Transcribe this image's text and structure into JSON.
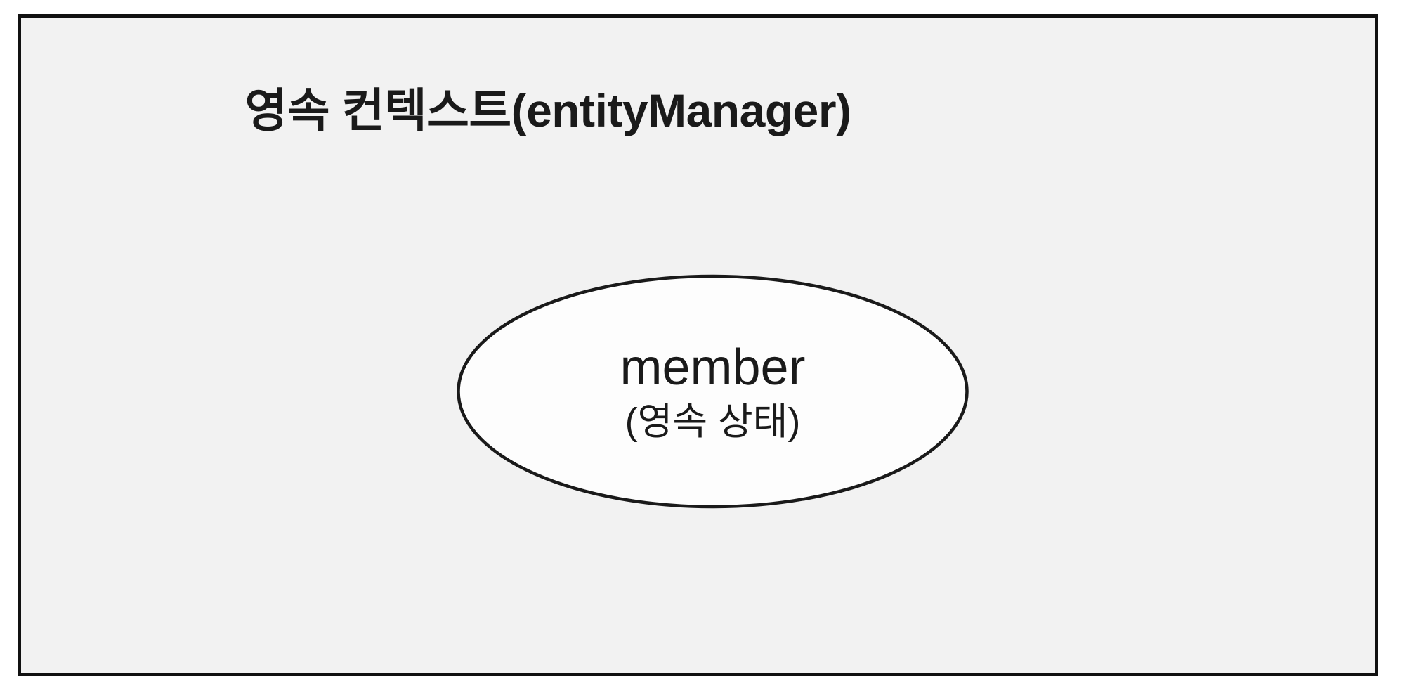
{
  "diagram": {
    "type": "jpa-persistence-context",
    "background_color": "#ffffff",
    "container": {
      "label": "영속 컨텍스트(entityManager)",
      "fill_color": "#f2f2f2",
      "border_color": "#111111",
      "shape": "rectangle"
    },
    "nodes": [
      {
        "id": "member-entity",
        "shape": "ellipse",
        "name": "member",
        "state": "(영속 상태)",
        "fill_color": "#fdfdfd",
        "stroke_color": "#1a1a1a"
      }
    ]
  }
}
